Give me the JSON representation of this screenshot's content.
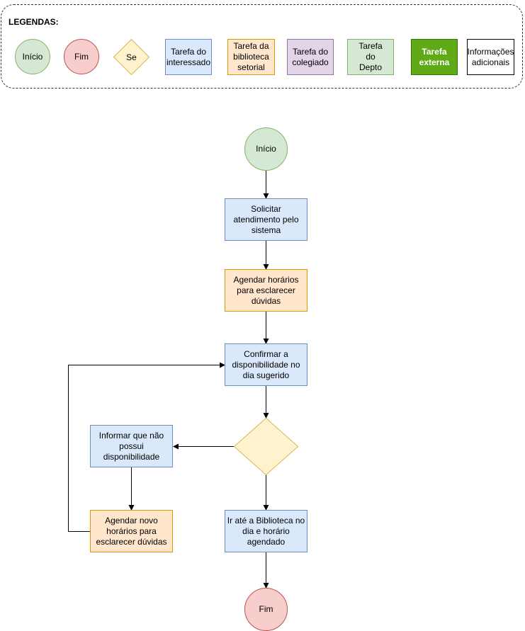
{
  "legend": {
    "title": "LEGENDAS:",
    "inicio": "Início",
    "fim": "Fim",
    "se": "Se",
    "interessado": "Tarefa do interessado",
    "biblioteca": "Tarefa da biblioteca setorial",
    "colegiado": "Tarefa do colegiado",
    "depto": "Tarefa do Depto",
    "externa": "Tarefa externa",
    "info": "Informações adicionais"
  },
  "flow": {
    "start": "Início",
    "solicitar": "Solicitar atendimento pelo sistema",
    "agendar": "Agendar horários para esclarecer dúvidas",
    "confirmar": "Confirmar a disponibilidade no dia sugerido",
    "decision": "",
    "informar": "Informar que não possui disponibilidade",
    "agendar_novo": "Agendar novo horários para esclarecer dúvidas",
    "ir": "Ir até a Biblioteca no dia e horário agendado",
    "end": "Fim"
  },
  "colors": {
    "inicio": "#d5e8d4",
    "fim": "#f8cecc",
    "se": "#fff2cc",
    "interessado": "#dae8fc",
    "biblioteca": "#ffe6cc",
    "colegiado": "#e1d5e7",
    "depto": "#d5e8d4",
    "externa": "#60a917",
    "info": "#ffffff"
  }
}
